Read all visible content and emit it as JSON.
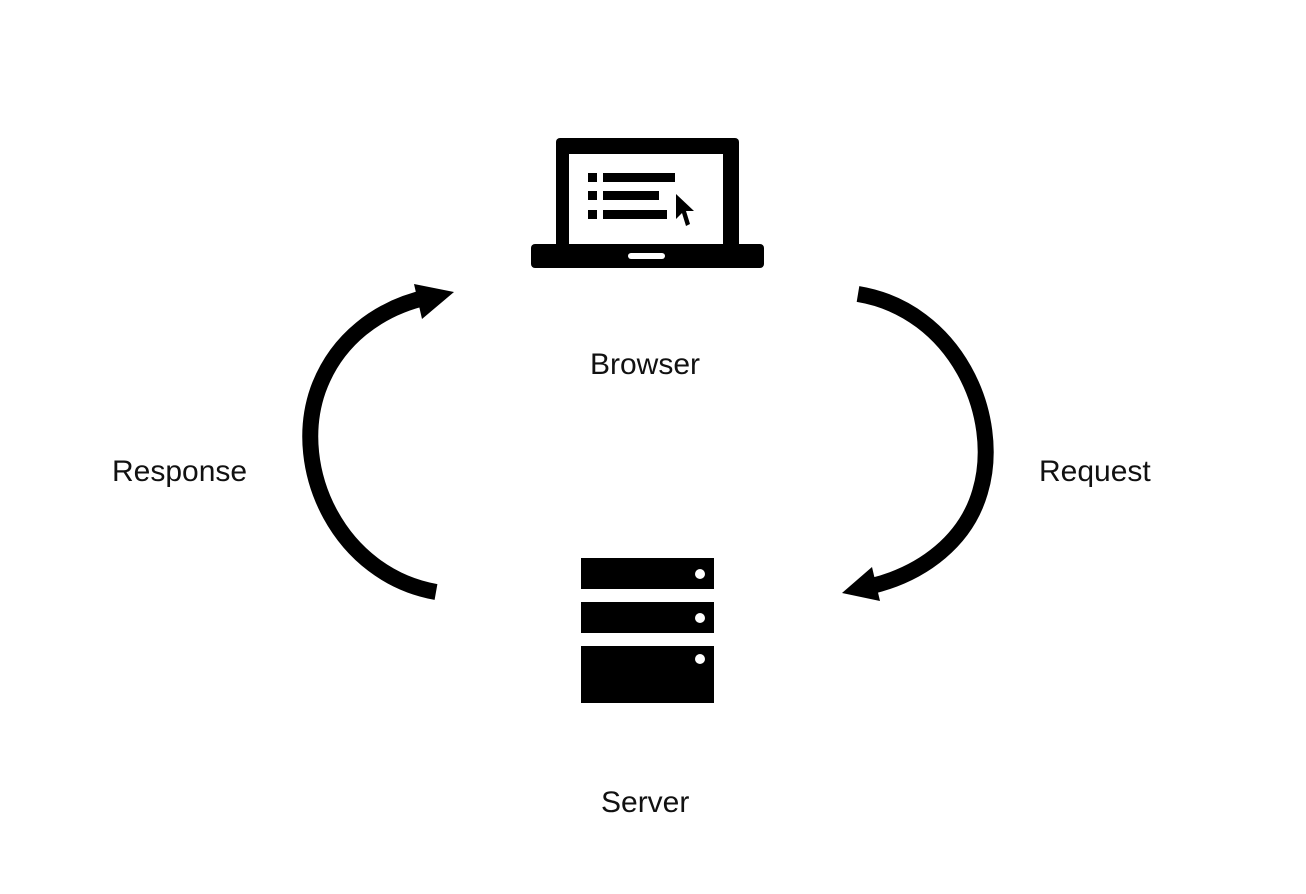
{
  "nodes": {
    "browser": {
      "label": "Browser",
      "icon": "laptop-icon"
    },
    "server": {
      "label": "Server",
      "icon": "server-icon"
    }
  },
  "edges": {
    "request": {
      "label": "Request",
      "from": "Browser",
      "to": "Server",
      "icon": "curved-arrow-down-icon"
    },
    "response": {
      "label": "Response",
      "from": "Server",
      "to": "Browser",
      "icon": "curved-arrow-up-icon"
    }
  },
  "colors": {
    "ink": "#000000",
    "background": "#ffffff",
    "text": "#111111"
  }
}
